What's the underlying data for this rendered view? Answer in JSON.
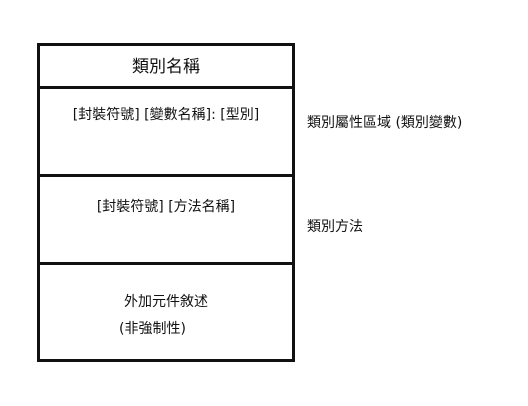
{
  "diagram": {
    "class_box": {
      "title": "類別名稱",
      "attribute_row": "[封裝符號] [變數名稱]: [型別]",
      "method_row": "[封裝符號] [方法名稱]",
      "extra_line_1": "外加元件敘述",
      "extra_line_2": "(非強制性)"
    },
    "labels": {
      "attributes": "類別屬性區域 (類別變數)",
      "methods": "類別方法"
    }
  }
}
